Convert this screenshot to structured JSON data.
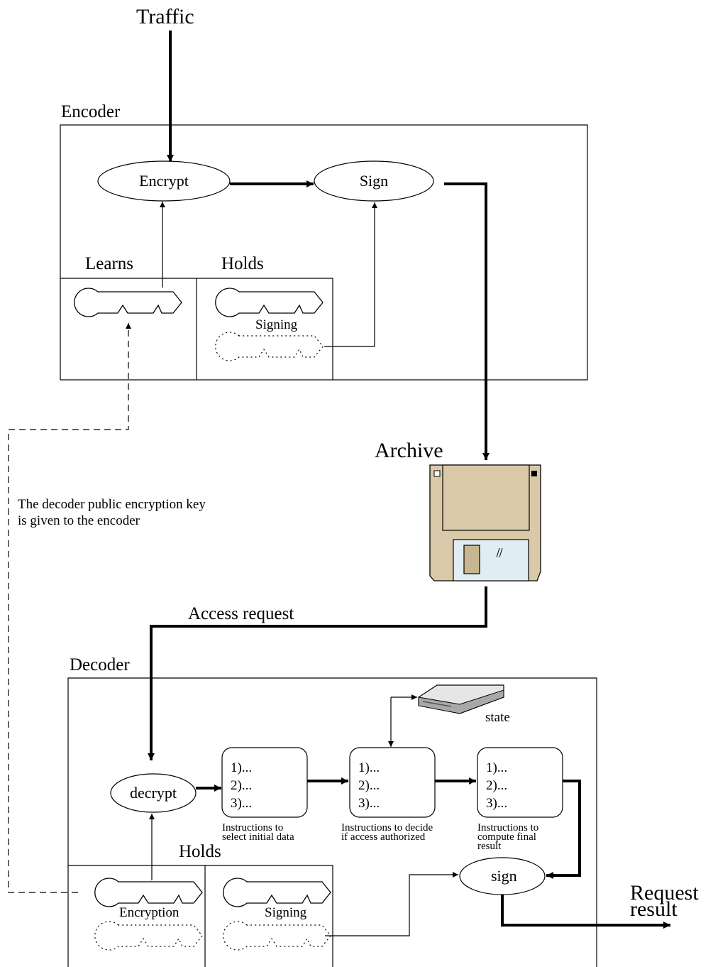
{
  "labels": {
    "traffic": "Traffic",
    "encoder": "Encoder",
    "encrypt": "Encrypt",
    "sign_top": "Sign",
    "learns": "Learns",
    "holds_top": "Holds",
    "signing_top": "Signing",
    "archive": "Archive",
    "note_line1": "The decoder public encryption key",
    "note_line2": "is given to the encoder",
    "access_request": "Access request",
    "decoder": "Decoder",
    "state": "state",
    "decrypt": "decrypt",
    "holds_bottom": "Holds",
    "encryption": "Encryption",
    "signing_bottom": "Signing",
    "sign_bottom": "sign",
    "request_result_line1": "Request",
    "request_result_line2": "result"
  },
  "steps": [
    {
      "lines": [
        "1)...",
        "2)...",
        "3)..."
      ],
      "caption": [
        "Instructions to",
        "select initial data"
      ]
    },
    {
      "lines": [
        "1)...",
        "2)...",
        "3)..."
      ],
      "caption": [
        "Instructions to decide",
        "if access authorized"
      ]
    },
    {
      "lines": [
        "1)...",
        "2)...",
        "3)..."
      ],
      "caption": [
        "Instructions to",
        "compute final",
        "result"
      ]
    }
  ],
  "icons": [
    "key-icon",
    "floppy-disk-icon",
    "disk-drive-icon"
  ],
  "colors": {
    "floppy_body": "#d9c9a8",
    "floppy_shutter": "#e0eef4",
    "drive_body": "#b8b8b8"
  }
}
